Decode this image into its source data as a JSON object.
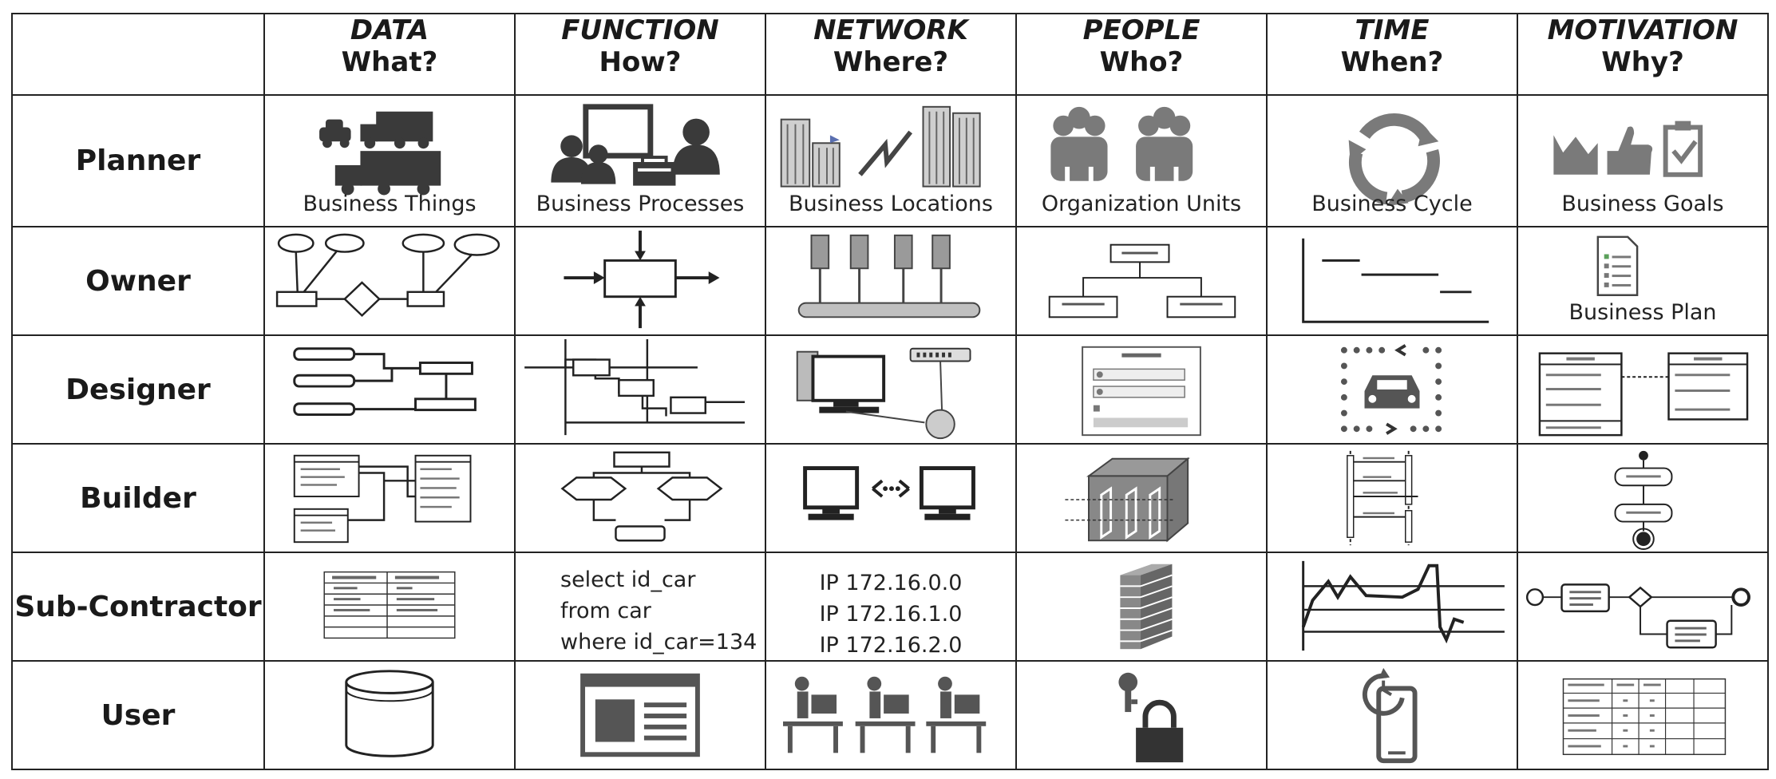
{
  "columns": [
    {
      "title": "DATA",
      "question": "What?"
    },
    {
      "title": "FUNCTION",
      "question": "How?"
    },
    {
      "title": "NETWORK",
      "question": "Where?"
    },
    {
      "title": "PEOPLE",
      "question": "Who?"
    },
    {
      "title": "TIME",
      "question": "When?"
    },
    {
      "title": "MOTIVATION",
      "question": "Why?"
    }
  ],
  "rows": [
    "Planner",
    "Owner",
    "Designer",
    "Builder",
    "Sub-Contractor",
    "User"
  ],
  "planner_captions": [
    "Business Things",
    "Business Processes",
    "Business Locations",
    "Organization Units",
    "Business Cycle",
    "Business Goals"
  ],
  "owner_motivation_caption": "Business Plan",
  "sql_lines": [
    "select id_car",
    "from car",
    "where id_car=134"
  ],
  "ip_lines": [
    "IP 172.16.0.0",
    "IP 172.16.1.0",
    "IP 172.16.2.0"
  ],
  "icons": {
    "data": [
      "vehicles-icon",
      "er-diagram-icon",
      "tables-diagram-icon",
      "schema-icon",
      "field-table-icon",
      "database-icon"
    ],
    "function": [
      "presentation-icon",
      "process-box-icon",
      "flowchart-icon",
      "decision-flow-icon",
      "sql-code",
      "window-icon"
    ],
    "network": [
      "buildings-icon",
      "server-bus-icon",
      "computer-router-icon",
      "connected-computers-icon",
      "ip-list",
      "workstations-icon"
    ],
    "people": [
      "people-group-icon",
      "org-chart-icon",
      "control-panel-icon",
      "security-box-icon",
      "firewall-icon",
      "key-lock-icon"
    ],
    "time": [
      "cycle-icon",
      "gantt-chart-icon",
      "car-route-icon",
      "sequence-diagram-icon",
      "time-graph-icon",
      "phone-history-icon"
    ],
    "motivation": [
      "goals-icons",
      "business-plan-icon",
      "uml-classes-icon",
      "activity-diagram-icon",
      "bpmn-process-icon",
      "grid-table-icon"
    ]
  },
  "colors": {
    "line": "#222222",
    "icon_gray": "#6f6f6f",
    "icon_light": "#b5b5b5"
  }
}
